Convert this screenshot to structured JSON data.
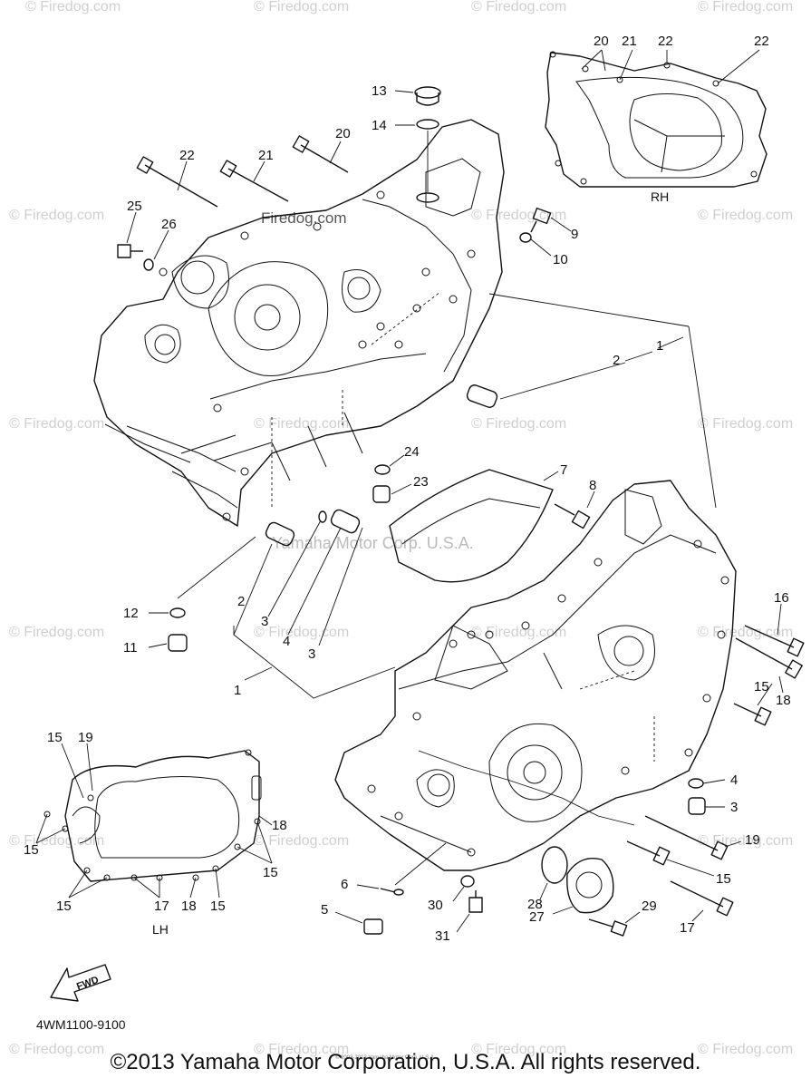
{
  "watermark": "© Firedog.com",
  "watermark_center": "Firedog.com",
  "overlay_text": "Yamaha Motor Corp. U.S.A.",
  "labels": {
    "rh": "RH",
    "lh": "LH",
    "fwd": "FWD"
  },
  "part_numbers": [
    "1",
    "2",
    "3",
    "4",
    "5",
    "6",
    "7",
    "8",
    "9",
    "10",
    "11",
    "12",
    "13",
    "14",
    "15",
    "16",
    "17",
    "18",
    "19",
    "20",
    "21",
    "22",
    "23",
    "24",
    "25",
    "26",
    "27",
    "28",
    "29",
    "30",
    "31"
  ],
  "diagram_code": "4WM1100-9100",
  "fine_print": "© 2003-2013 Yamaha Motor Corp. U.S.A.",
  "copyright": "©2013 Yamaha Motor Corporation, U.S.A. All rights reserved."
}
